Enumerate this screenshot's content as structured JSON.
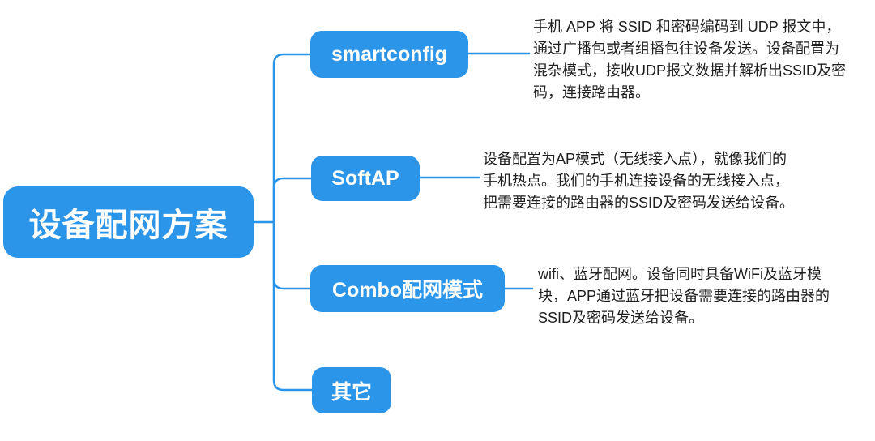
{
  "diagram": {
    "title": "设备配网方案 mindmap",
    "root": {
      "label": "设备配网方案"
    },
    "branches": [
      {
        "label": "smartconfig",
        "description": "手机 APP 将 SSID 和密码编码到 UDP 报文中，\n通过广播包或者组播包往设备发送。设备配置为\n混杂模式，接收UDP报文数据并解析出SSID及密\n码，连接路由器。"
      },
      {
        "label": "SoftAP",
        "description": "设备配置为AP模式（无线接入点），就像我们的\n手机热点。我们的手机连接设备的无线接入点，\n把需要连接的路由器的SSID及密码发送给设备。"
      },
      {
        "label": "Combo配网模式",
        "description": "wifi、蓝牙配网。设备同时具备WiFi及蓝牙模\n块，APP通过蓝牙把设备需要连接的路由器的\nSSID及密码发送给设备。"
      },
      {
        "label": "其它",
        "description": ""
      }
    ],
    "colors": {
      "node_fill": "#2b95ea",
      "node_text": "#ffffff",
      "connector": "#2b95ea",
      "description_text": "#1f1f1f",
      "background": "#ffffff"
    }
  }
}
